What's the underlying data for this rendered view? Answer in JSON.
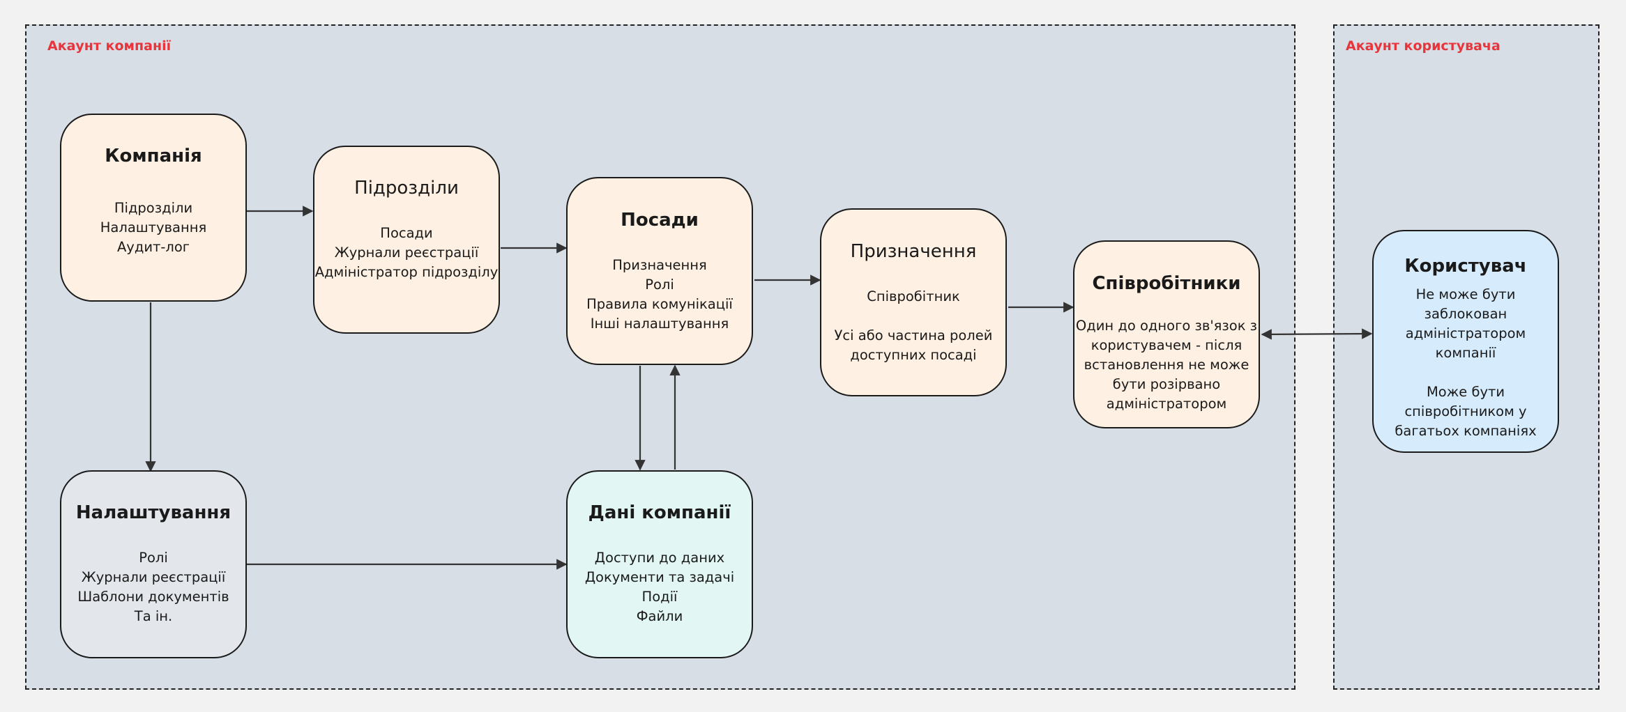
{
  "regions": {
    "company": {
      "label": "Акаунт компанії"
    },
    "user": {
      "label": "Акаунт користувача"
    }
  },
  "nodes": {
    "company": {
      "title": "Компанія",
      "lines": [
        "Підрозділи",
        "Налаштування",
        "Аудит-лог"
      ]
    },
    "departments": {
      "title": "Підрозділи",
      "lines": [
        "Посади",
        "Журнали реєстрації",
        "Адміністратор підрозділу"
      ]
    },
    "positions": {
      "title": "Посади",
      "lines": [
        "Призначення",
        "Ролі",
        "Правила комунікації",
        "Інші налаштування"
      ]
    },
    "appointments": {
      "title": "Призначення",
      "lines_a": [
        "Співробітник"
      ],
      "lines_b": [
        "Усі або частина ролей",
        "доступних посаді"
      ]
    },
    "employees": {
      "title": "Співробітники",
      "lines": [
        "Один до одного зв'язок з",
        "користувачем - після",
        "встановлення не може",
        "бути розірвано",
        "адміністратором"
      ]
    },
    "settings": {
      "title": "Налаштування",
      "lines": [
        "Ролі",
        "Журнали реєстрації",
        "Шаблони документів",
        "Та ін."
      ]
    },
    "company_data": {
      "title": "Дані компанії",
      "lines": [
        "Доступи до даних",
        "Документи та задачі",
        "Події",
        "Файли"
      ]
    },
    "user": {
      "title": "Користувач",
      "lines_a": [
        "Не може бути",
        "заблокован",
        "адміністратором",
        "компанії"
      ],
      "lines_b": [
        "Може бути",
        "співробітником у",
        "багатьох компаніях"
      ]
    }
  },
  "colors": {
    "background": "#f2f2f2",
    "region_fill": "#d7dee6",
    "region_label": "#e8343b",
    "peach": "#fef0e2",
    "grey": "#e3e7ec",
    "mint": "#e2f7f4",
    "blue": "#d6ebfb",
    "stroke": "#1a1a1a"
  }
}
